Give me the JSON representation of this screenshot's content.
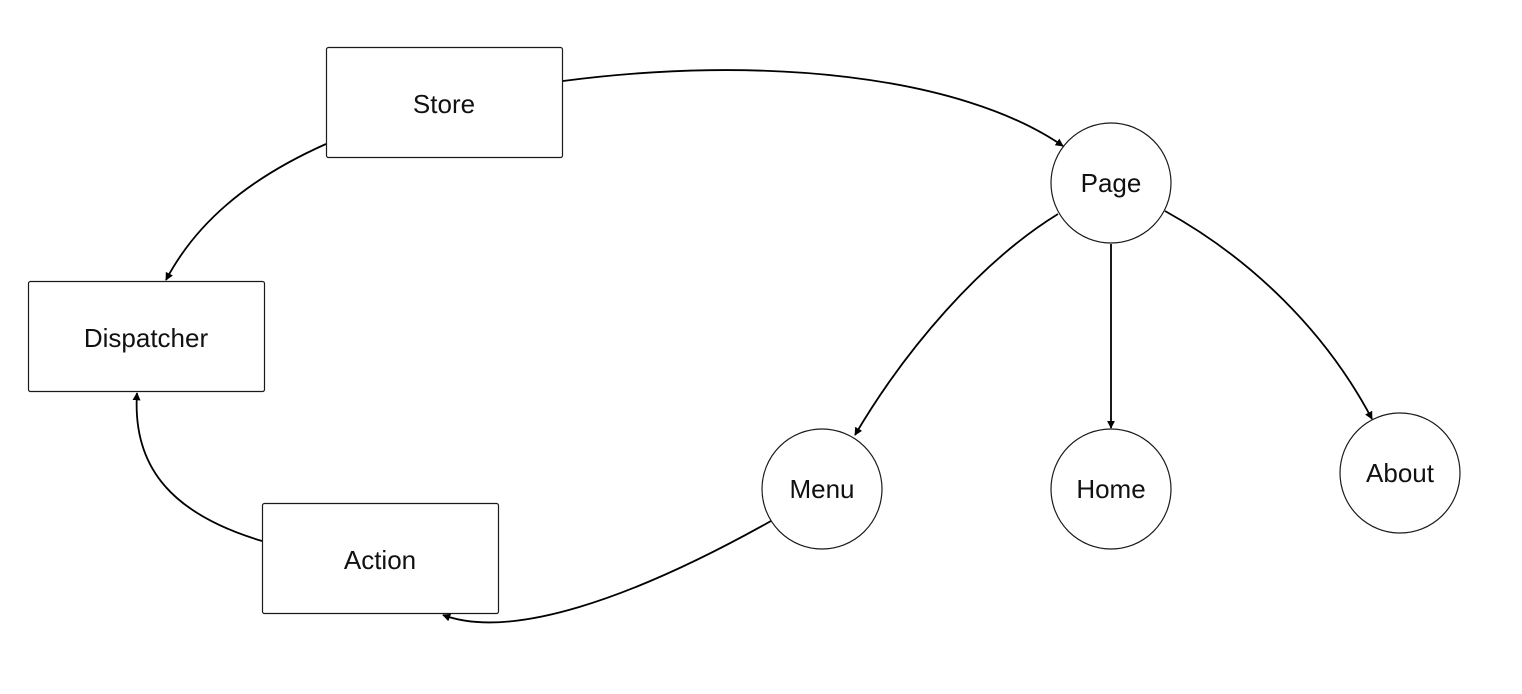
{
  "diagram": {
    "nodes": {
      "store": {
        "label": "Store",
        "shape": "rectangle"
      },
      "dispatcher": {
        "label": "Dispatcher",
        "shape": "rectangle"
      },
      "action": {
        "label": "Action",
        "shape": "rectangle"
      },
      "page": {
        "label": "Page",
        "shape": "circle"
      },
      "menu": {
        "label": "Menu",
        "shape": "circle"
      },
      "home": {
        "label": "Home",
        "shape": "circle"
      },
      "about": {
        "label": "About",
        "shape": "circle"
      }
    },
    "edges": [
      {
        "from": "Store",
        "to": "Page"
      },
      {
        "from": "Store",
        "to": "Dispatcher"
      },
      {
        "from": "Action",
        "to": "Dispatcher"
      },
      {
        "from": "Page",
        "to": "Menu"
      },
      {
        "from": "Page",
        "to": "Home"
      },
      {
        "from": "Page",
        "to": "About"
      },
      {
        "from": "Menu",
        "to": "Action"
      }
    ]
  }
}
